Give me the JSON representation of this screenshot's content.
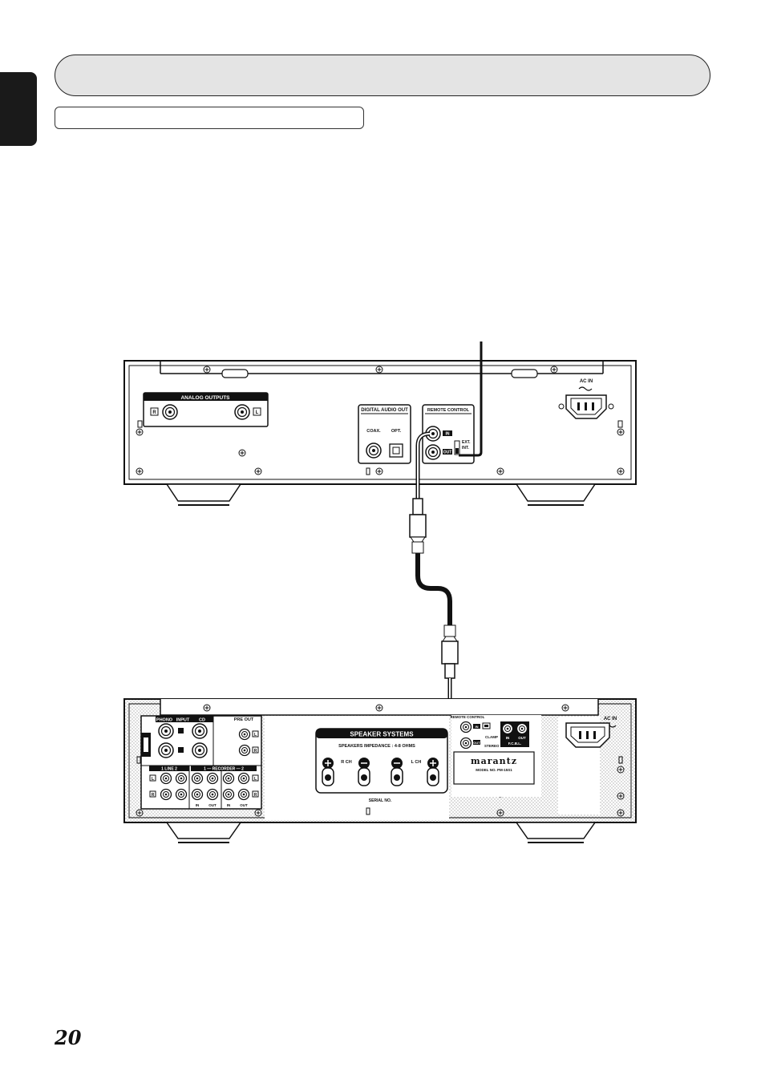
{
  "page": {
    "number": "20"
  },
  "player": {
    "analog_outputs_label": "ANALOG OUTPUTS",
    "analog_r": "R",
    "analog_l": "L",
    "digital_out_label": "DIGITAL AUDIO OUT",
    "coax_label": "COAX.",
    "opt_label": "OPT.",
    "remote_label": "REMOTE CONTROL",
    "remote_in": "IN",
    "remote_out": "OUT",
    "ext_label": "EXT.",
    "int_label": "INT.",
    "ac_in_label": "AC IN"
  },
  "amplifier": {
    "phono_label": "PHONO",
    "input_label": "INPUT",
    "cd_label": "CD",
    "pre_out_label": "PRE OUT",
    "line_label": "1   LINE   2",
    "recorder_label": "1 — RECORDER — 2",
    "in_label": "IN",
    "out_label": "OUT",
    "l_label": "L",
    "r_label": "R",
    "speaker_systems_label": "SPEAKER SYSTEMS",
    "speaker_impedance_label": "SPEAKERS IMPEDANCE  :  4-8 OHMS",
    "rch_label": "R CH",
    "lch_label": "L CH",
    "serial_label": "SERIAL NO.",
    "remote_control_label": "REMOTE CONTROL",
    "remote_in": "IN",
    "remote_out": "OUT",
    "clamp_label": "CLAMP",
    "stereo_label": "STEREO",
    "fcbl_in": "IN",
    "fcbl_out": "OUT",
    "fcbl_label": "F.C.B.L.",
    "brand": "marantz",
    "model_label": "MODEL NO. PM-15S1",
    "ac_in_label": "AC IN"
  }
}
